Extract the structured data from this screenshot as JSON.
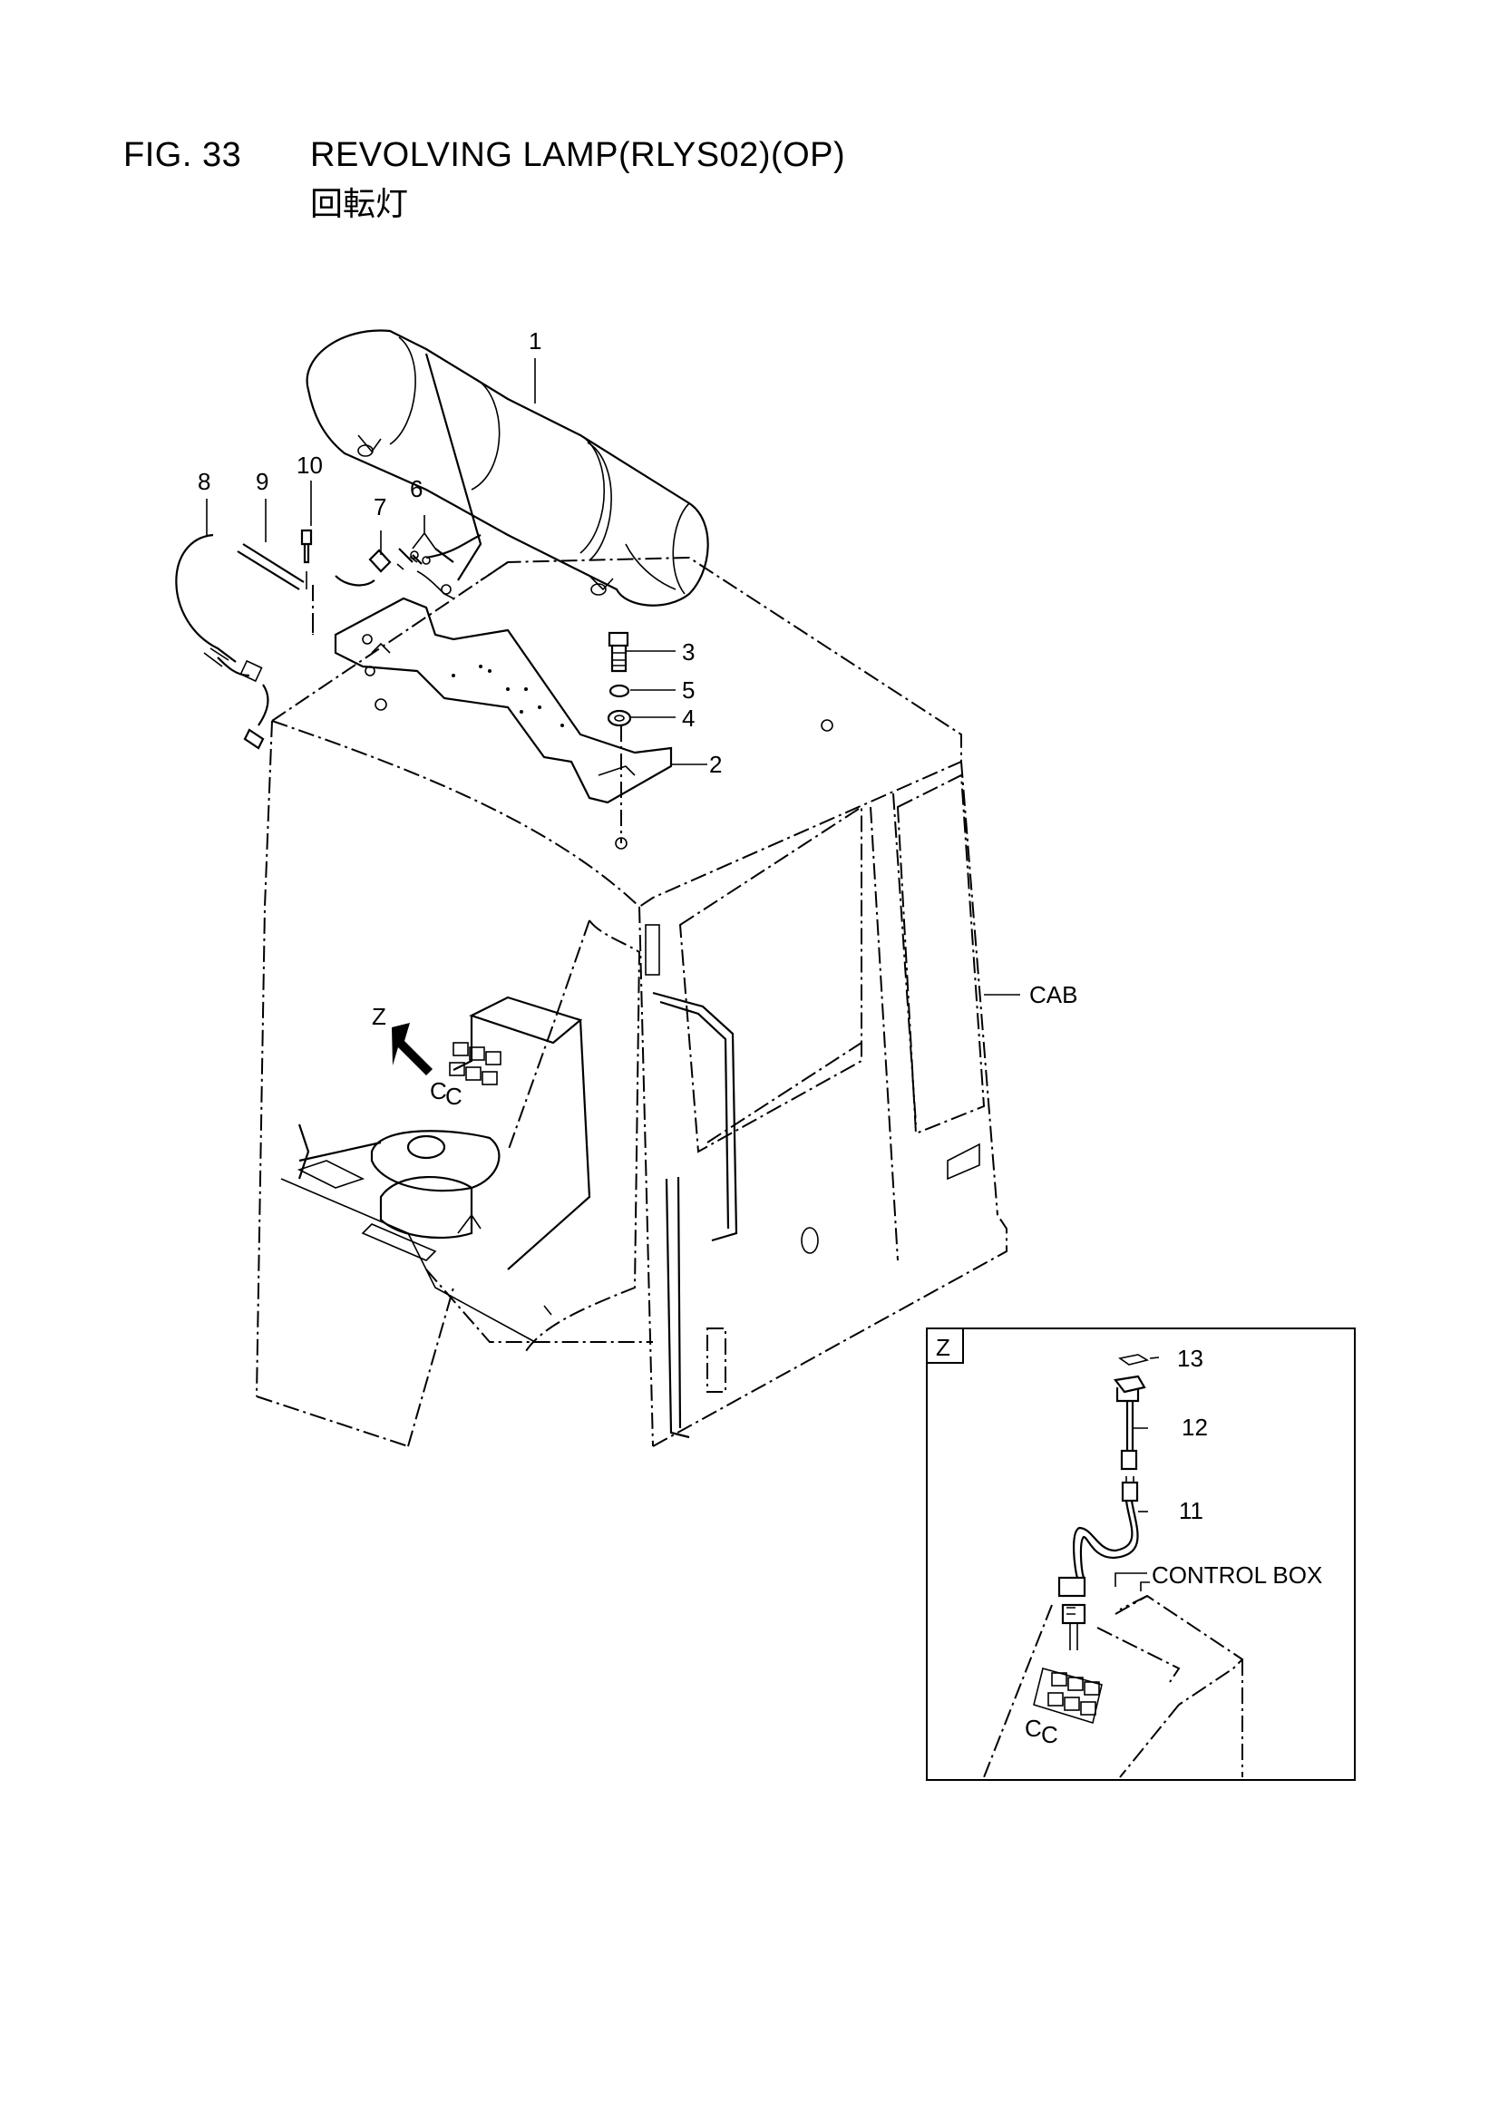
{
  "header": {
    "figure_number": "FIG. 33",
    "title": "REVOLVING LAMP(RLYS02)(OP)",
    "subtitle": "回転灯"
  },
  "main_view": {
    "callouts": [
      "1",
      "2",
      "3",
      "4",
      "5",
      "6",
      "7",
      "8",
      "9",
      "10"
    ],
    "cab_label": "CAB",
    "view_marker": "Z"
  },
  "detail_z": {
    "box_label": "Z",
    "callouts": [
      "11",
      "12",
      "13"
    ],
    "control_box_label": "CONTROL BOX"
  }
}
